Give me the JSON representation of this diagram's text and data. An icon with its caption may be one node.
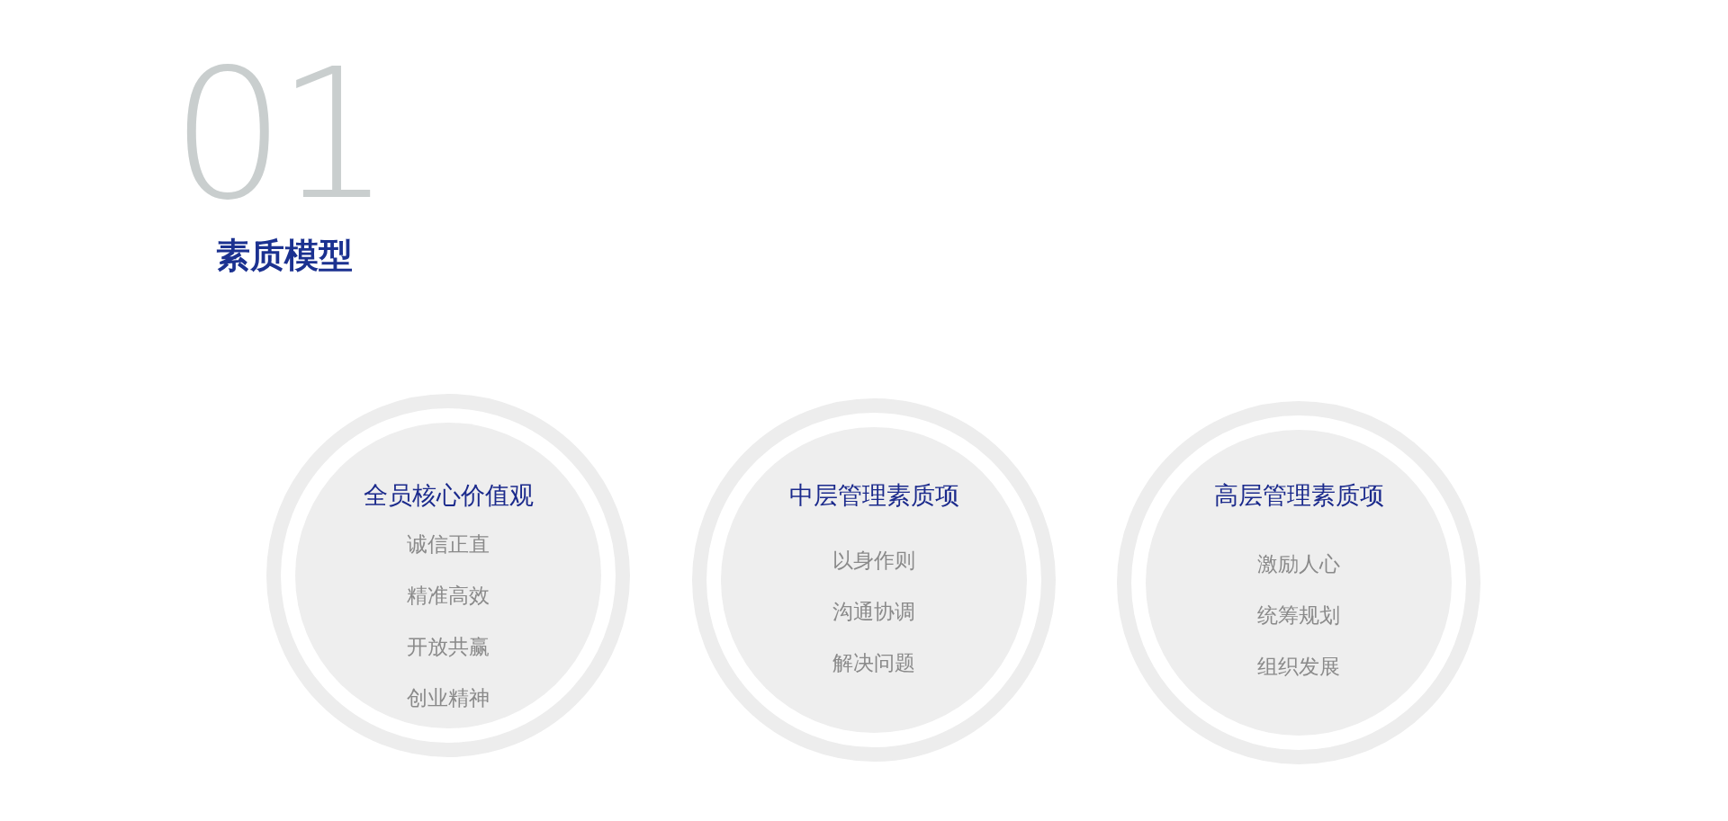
{
  "diagram": {
    "title": "素质模型",
    "nodes": [
      {
        "text": [
          "全员核心价值观",
          "诚信正直",
          "精准高效",
          "开放共赢",
          "创业精神"
        ]
      },
      {
        "text": [
          "中层管理素质项",
          "以身作则",
          "沟通协调",
          "解决问题"
        ]
      },
      {
        "text": [
          "高层管理素质项",
          "激励人心",
          "统筹规划",
          "组织发展"
        ]
      }
    ],
    "edges": [],
    "labels": [
      "01"
    ]
  }
}
